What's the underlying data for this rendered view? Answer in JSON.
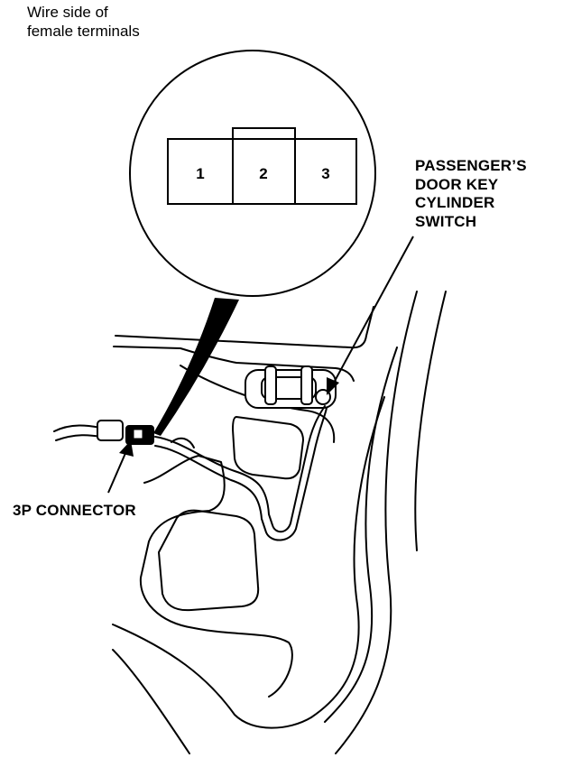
{
  "labels": {
    "wire_side_note": "Wire side of\nfemale terminals",
    "switch_callout": "PASSENGER’S\nDOOR KEY\nCYLINDER\nSWITCH",
    "connector_callout": "3P CONNECTOR"
  },
  "connector": {
    "terminals": [
      "1",
      "2",
      "3"
    ]
  }
}
